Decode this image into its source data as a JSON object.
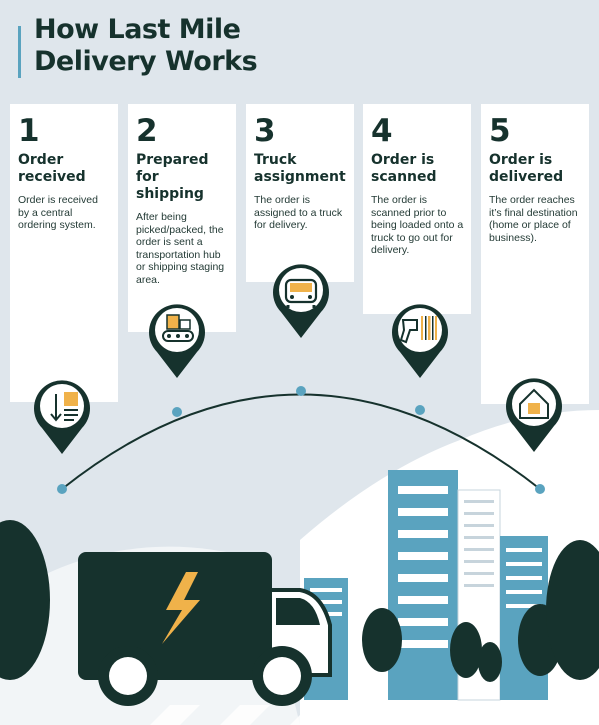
{
  "title": {
    "line1": "How Last Mile",
    "line2": "Delivery Works"
  },
  "steps": [
    {
      "number": "1",
      "heading": "Order received",
      "text": "Order is received by a central ordering system.",
      "icon": "order-list-icon"
    },
    {
      "number": "2",
      "heading": "Prepared for shipping",
      "text": "After being picked/packed, the order is sent a transportation hub or shipping staging area.",
      "icon": "conveyor-belt-icon"
    },
    {
      "number": "3",
      "heading": "Truck assignment",
      "text": "The order is assigned to a truck for delivery.",
      "icon": "delivery-truck-icon"
    },
    {
      "number": "4",
      "heading": "Order is scanned",
      "text": "The order is scanned prior to being loaded onto a truck to go out for delivery.",
      "icon": "barcode-scanner-icon"
    },
    {
      "number": "5",
      "heading": "Order is delivered",
      "text": "The order reaches it’s final destination (home or place of business).",
      "icon": "house-package-icon"
    }
  ],
  "colors": {
    "background": "#dfe6ec",
    "dark_green": "#16322d",
    "teal_accent": "#5aa3bf",
    "orange_accent": "#f0b24a",
    "card": "#ffffff"
  }
}
